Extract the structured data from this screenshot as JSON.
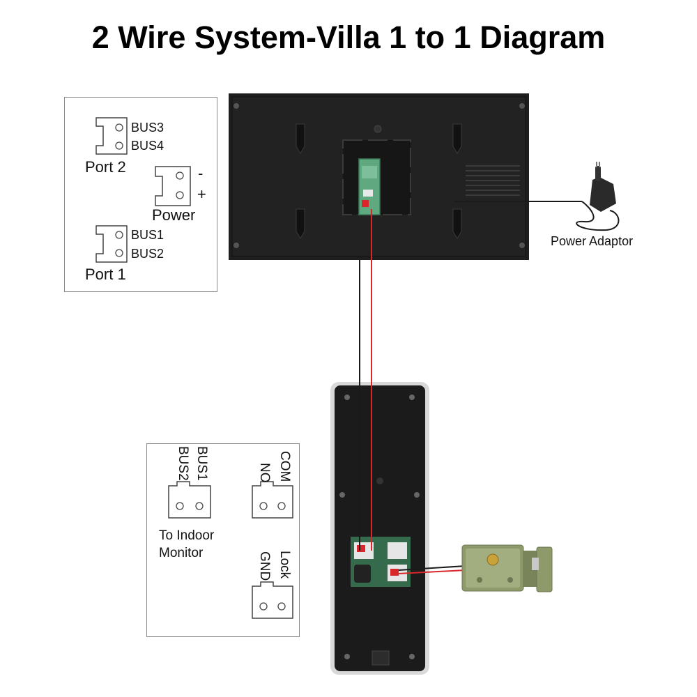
{
  "title": "2 Wire System-Villa 1 to 1 Diagram",
  "monitor_legend": {
    "port2_top": "BUS3",
    "port2_bottom": "BUS4",
    "port2_label": "Port 2",
    "power_minus": "-",
    "power_plus": "+",
    "power_label": "Power",
    "port1_top": "BUS1",
    "port1_bottom": "BUS2",
    "port1_label": "Port 1"
  },
  "power_adaptor_label": "Power Adaptor",
  "door_legend": {
    "bus1": "BUS1",
    "bus2": "BUS2",
    "com": "COM",
    "no": "NO",
    "lock": "Lock",
    "gnd": "GND",
    "indoor_line1": "To Indoor",
    "indoor_line2": "Monitor"
  },
  "colors": {
    "wire_red": "#d8262b",
    "wire_black": "#1a1a1a",
    "device_body": "#1b1b1b",
    "pcb_green": "#5fa880",
    "lock_body": "#8f9a6b"
  }
}
